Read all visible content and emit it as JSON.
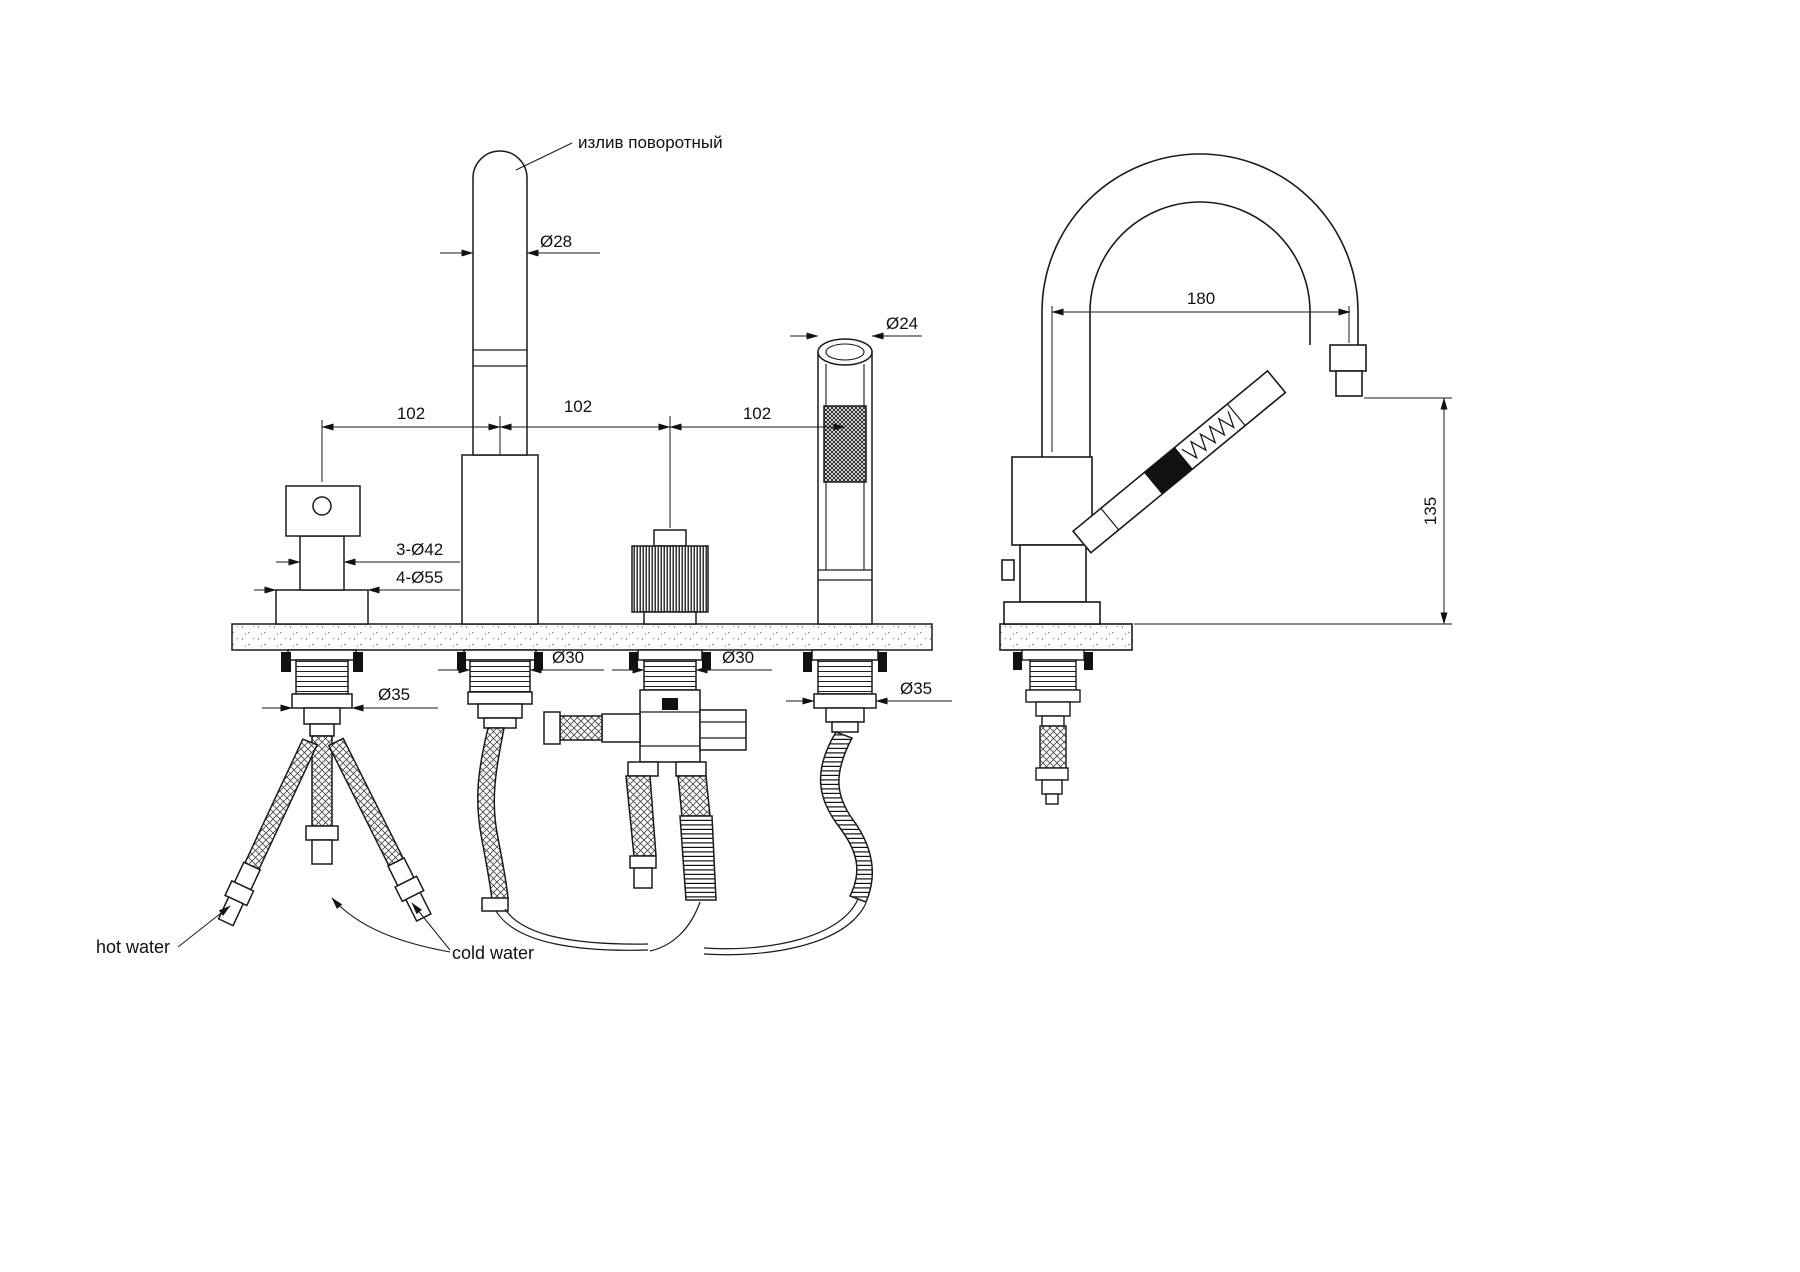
{
  "annotations": {
    "spout": "излив поворотный",
    "hot_water": "hot water",
    "cold_water": "cold water"
  },
  "dimensions": {
    "front": {
      "spout_diameter": "Ø28",
      "handshower_diameter": "Ø24",
      "spacing_left": "102",
      "spacing_mid": "102",
      "spacing_right": "102",
      "holes_3": "3-Ø42",
      "holes_4": "4-Ø55",
      "valve_shank": "Ø35",
      "spout_shank": "Ø30",
      "diverter_shank": "Ø30",
      "shower_shank": "Ø35"
    },
    "side": {
      "spout_reach": "180",
      "body_height": "135"
    }
  },
  "colors": {
    "line": "#1a1a1a",
    "background": "#ffffff"
  }
}
